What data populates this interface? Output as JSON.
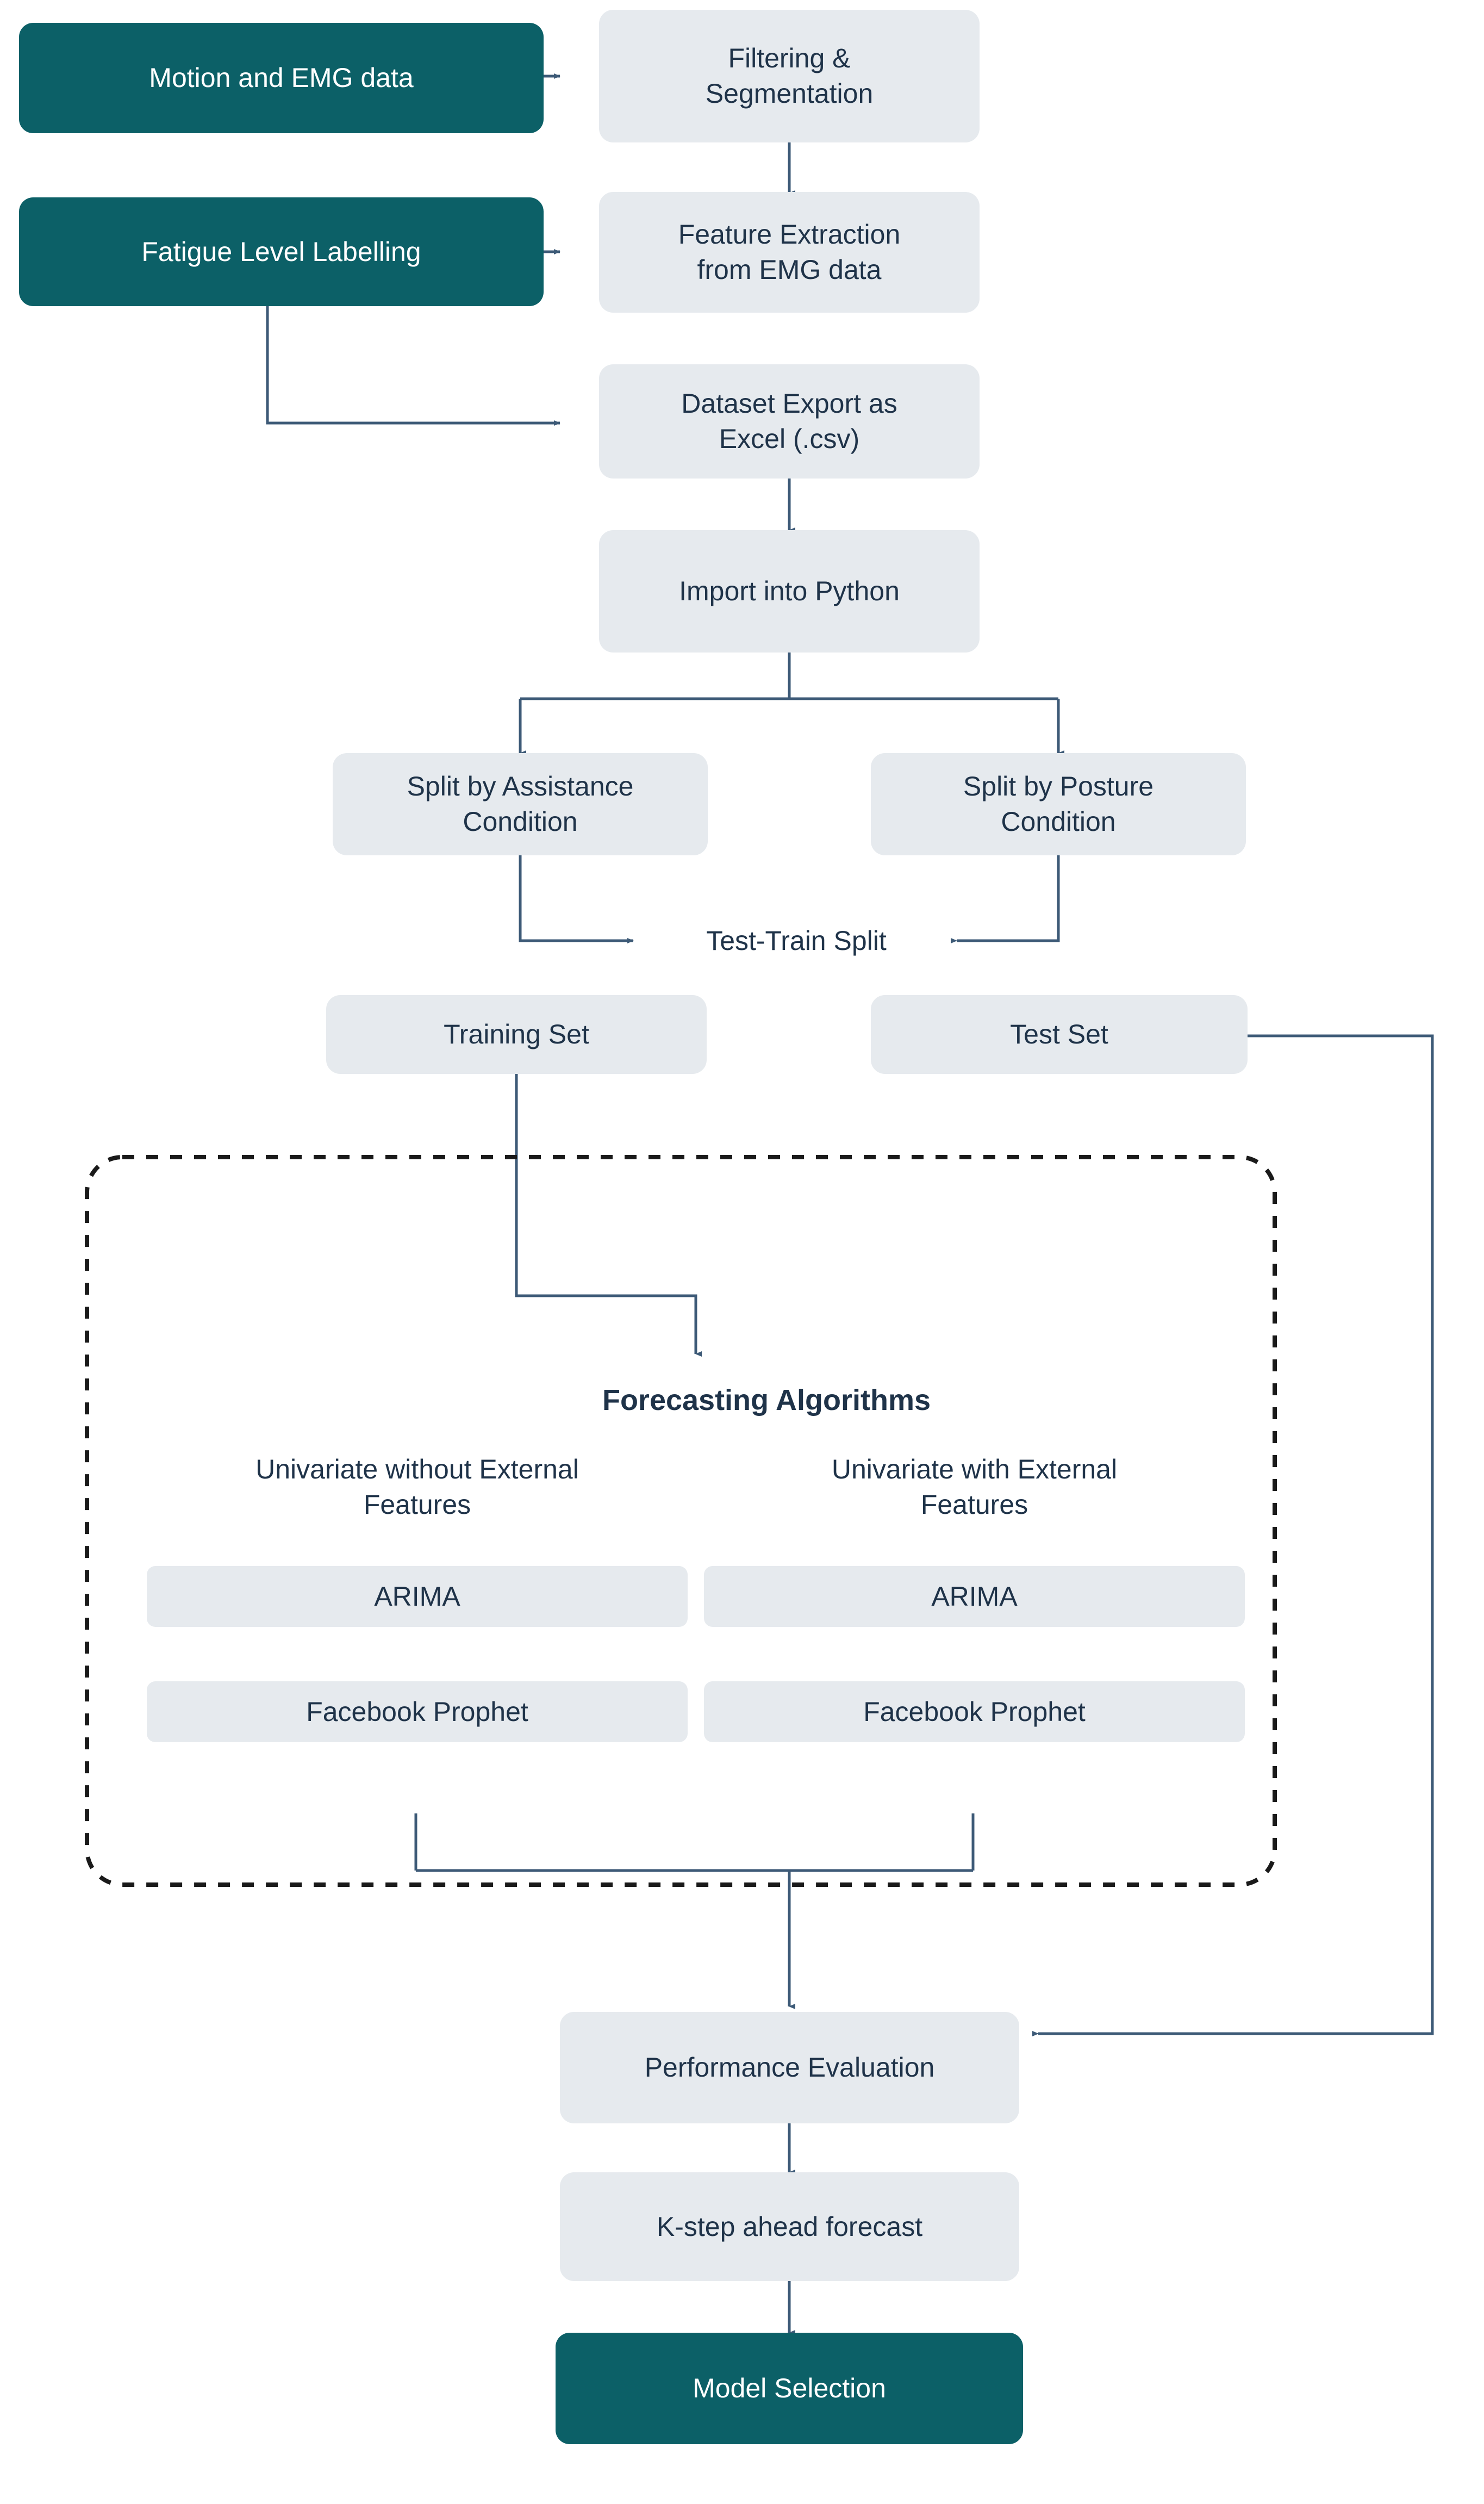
{
  "diagram": {
    "title": "Motion and EMG data forecasting pipeline flowchart",
    "colors": {
      "accent": "#0c6067",
      "node_fill": "#e6eaee",
      "node_text": "#1f3349",
      "accent_text": "#ffffff",
      "connector": "#3d5a77",
      "dashed_group_border": "#1a1a1a",
      "background": "#ffffff"
    },
    "nodes": {
      "motion_emg_data": "Motion and EMG data",
      "filtering_segmentation": "Filtering &\nSegmentation",
      "fatigue_level_labelling": "Fatigue Level Labelling",
      "feature_extraction": "Feature Extraction\nfrom EMG data",
      "dataset_export": "Dataset Export as\nExcel (.csv)",
      "import_python": "Import into Python",
      "split_assistance": "Split by Assistance\nCondition",
      "split_posture": "Split by Posture\nCondition",
      "test_train_split": "Test-Train Split",
      "training_set": "Training Set",
      "test_set": "Test Set",
      "forecasting_algorithms": "Forecasting Algorithms",
      "univariate_without_external": "Univariate without External\nFeatures",
      "univariate_with_external": "Univariate with External\nFeatures",
      "arima_left": "ARIMA",
      "arima_right": "ARIMA",
      "prophet_left": "Facebook Prophet",
      "prophet_right": "Facebook Prophet",
      "performance_evaluation": "Performance Evaluation",
      "k_step_forecast": "K-step ahead forecast",
      "model_selection": "Model Selection"
    }
  }
}
